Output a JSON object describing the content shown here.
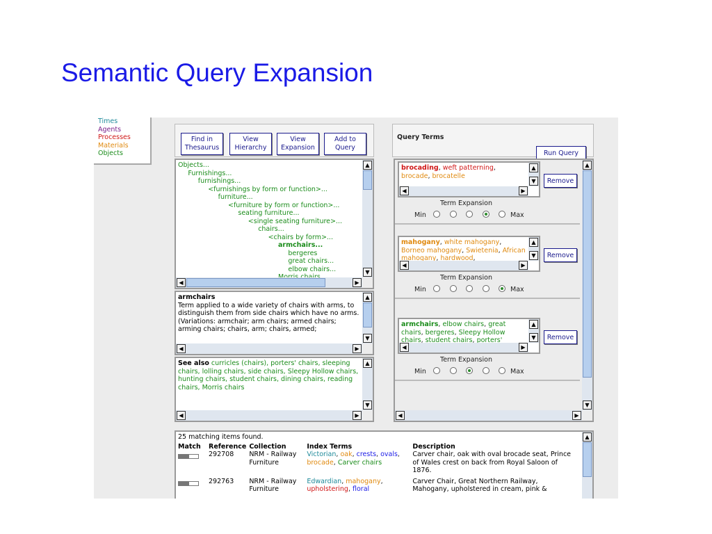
{
  "slide_title": "Semantic Query Expansion",
  "facets": [
    {
      "label": "Times",
      "color": "#1f8a9a"
    },
    {
      "label": "Agents",
      "color": "#7a1f8a"
    },
    {
      "label": "Processes",
      "color": "#d01818"
    },
    {
      "label": "Materials",
      "color": "#e08a10"
    },
    {
      "label": "Objects",
      "color": "#1b8c1b"
    }
  ],
  "toolbar": {
    "find_label": "Find in\nThesaurus",
    "hierarchy_label": "View\nHierarchy",
    "expansion_label": "View\nExpansion",
    "add_label": "Add to\nQuery"
  },
  "tree": [
    {
      "label": "Objects...",
      "indent": 0,
      "bold": false
    },
    {
      "label": "Furnishings...",
      "indent": 1,
      "bold": false
    },
    {
      "label": "furnishings...",
      "indent": 2,
      "bold": false
    },
    {
      "label": "<furnishings by form or function>...",
      "indent": 3,
      "bold": false
    },
    {
      "label": "furniture...",
      "indent": 4,
      "bold": false
    },
    {
      "label": "<furniture by form or function>...",
      "indent": 5,
      "bold": false
    },
    {
      "label": "seating furniture...",
      "indent": 6,
      "bold": false
    },
    {
      "label": "<single seating furniture>...",
      "indent": 7,
      "bold": false
    },
    {
      "label": "chairs...",
      "indent": 8,
      "bold": false
    },
    {
      "label": "<chairs by form>...",
      "indent": 9,
      "bold": false
    },
    {
      "label": "armchairs...",
      "indent": 10,
      "bold": true
    },
    {
      "label": "bergeres",
      "indent": 11,
      "bold": false
    },
    {
      "label": "great chairs...",
      "indent": 11,
      "bold": false
    },
    {
      "label": "elbow chairs...",
      "indent": 11,
      "bold": false
    },
    {
      "label": "Morris chairs",
      "indent": 10,
      "bold": false
    }
  ],
  "definition": {
    "term": "armchairs",
    "text": "Term applied to a wide variety of chairs with arms, to distinguish them from side chairs which have no arms.",
    "variations": "(Variations: armchair; arm chairs; armed chairs; arming chairs; chairs, arm; chairs, armed;"
  },
  "see_also": {
    "label": "See also",
    "items": "curricles (chairs), porters' chairs, sleeping chairs, lolling chairs, side chairs, Sleepy Hollow chairs, hunting chairs, student chairs, dining chairs, reading chairs, Morris chairs"
  },
  "query": {
    "title": "Query Terms",
    "run_label": "Run Query",
    "remove_label": "Remove",
    "expansion_label": "Term Expansion",
    "min_label": "Min",
    "max_label": "Max",
    "terms": [
      {
        "selected": 3,
        "words": [
          {
            "text": "brocading",
            "color": "#d01818",
            "bold": true
          },
          {
            "text": ", ",
            "color": "#222222",
            "bold": false
          },
          {
            "text": "weft patterning",
            "color": "#d01818",
            "bold": false
          },
          {
            "text": ", ",
            "color": "#222222",
            "bold": false
          },
          {
            "text": "brocade",
            "color": "#e08a10",
            "bold": false
          },
          {
            "text": ", ",
            "color": "#222222",
            "bold": false
          },
          {
            "text": "brocatelle",
            "color": "#e08a10",
            "bold": false
          }
        ]
      },
      {
        "selected": 4,
        "words": [
          {
            "text": "mahogany",
            "color": "#e08a10",
            "bold": true
          },
          {
            "text": ", ",
            "color": "#222222",
            "bold": false
          },
          {
            "text": "white mahogany",
            "color": "#e08a10",
            "bold": false
          },
          {
            "text": ", ",
            "color": "#222222",
            "bold": false
          },
          {
            "text": "Borneo mahogany",
            "color": "#e08a10",
            "bold": false
          },
          {
            "text": ", ",
            "color": "#222222",
            "bold": false
          },
          {
            "text": "Swietenia",
            "color": "#e08a10",
            "bold": false
          },
          {
            "text": ", ",
            "color": "#222222",
            "bold": false
          },
          {
            "text": "African mahogany",
            "color": "#e08a10",
            "bold": false
          },
          {
            "text": ", ",
            "color": "#222222",
            "bold": false
          },
          {
            "text": "hardwood",
            "color": "#e08a10",
            "bold": false
          },
          {
            "text": ",",
            "color": "#222222",
            "bold": false
          }
        ]
      },
      {
        "selected": 2,
        "words": [
          {
            "text": "armchairs",
            "color": "#1b8c1b",
            "bold": true
          },
          {
            "text": ", ",
            "color": "#222222",
            "bold": false
          },
          {
            "text": "elbow chairs",
            "color": "#1b8c1b",
            "bold": false
          },
          {
            "text": ", ",
            "color": "#222222",
            "bold": false
          },
          {
            "text": "great chairs",
            "color": "#1b8c1b",
            "bold": false
          },
          {
            "text": ", ",
            "color": "#222222",
            "bold": false
          },
          {
            "text": "bergeres",
            "color": "#1b8c1b",
            "bold": false
          },
          {
            "text": ", ",
            "color": "#222222",
            "bold": false
          },
          {
            "text": "Sleepy Hollow chairs",
            "color": "#1b8c1b",
            "bold": false
          },
          {
            "text": ", ",
            "color": "#222222",
            "bold": false
          },
          {
            "text": "student chairs",
            "color": "#1b8c1b",
            "bold": false
          },
          {
            "text": ", ",
            "color": "#222222",
            "bold": false
          },
          {
            "text": "porters'",
            "color": "#1b8c1b",
            "bold": false
          }
        ]
      }
    ]
  },
  "results": {
    "count_text": "25 matching items found.",
    "headers": [
      "Match",
      "Reference",
      "Collection",
      "Index Terms",
      "Description"
    ],
    "rows": [
      {
        "match": 0.55,
        "reference": "292708",
        "collection": "NRM - Railway Furniture",
        "terms": [
          {
            "text": "Victorian",
            "color": "#1f8a9a"
          },
          {
            "text": ", ",
            "color": "#222222"
          },
          {
            "text": "oak",
            "color": "#e08a10"
          },
          {
            "text": ", ",
            "color": "#222222"
          },
          {
            "text": "crests",
            "color": "#1a1ae6"
          },
          {
            "text": ", ",
            "color": "#222222"
          },
          {
            "text": "ovals",
            "color": "#1a1ae6"
          },
          {
            "text": ", ",
            "color": "#222222"
          },
          {
            "text": "brocade",
            "color": "#e08a10"
          },
          {
            "text": ", ",
            "color": "#222222"
          },
          {
            "text": "Carver chairs",
            "color": "#1b8c1b"
          }
        ],
        "description": "Carver chair, oak with oval brocade seat, Prince of Wales crest on back from Royal Saloon of 1876."
      },
      {
        "match": 0.55,
        "reference": "292763",
        "collection": "NRM - Railway Furniture",
        "terms": [
          {
            "text": "Edwardian",
            "color": "#1f8a9a"
          },
          {
            "text": ", ",
            "color": "#222222"
          },
          {
            "text": "mahogany",
            "color": "#e08a10"
          },
          {
            "text": ", ",
            "color": "#222222"
          },
          {
            "text": "upholstering",
            "color": "#d01818"
          },
          {
            "text": ", ",
            "color": "#222222"
          },
          {
            "text": "floral",
            "color": "#1a1ae6"
          }
        ],
        "description": "Carver Chair, Great Northern Railway, Mahogany, upholstered in cream, pink &"
      }
    ]
  }
}
